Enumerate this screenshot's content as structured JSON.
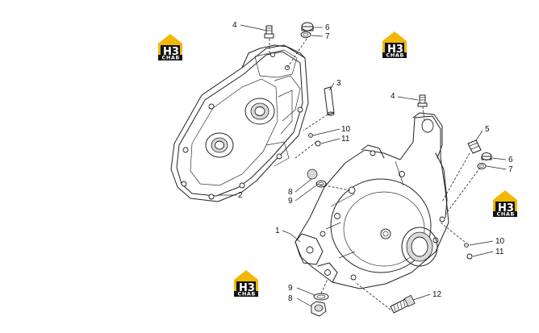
{
  "diagram": {
    "callouts": [
      {
        "id": "c4a",
        "label": "4"
      },
      {
        "id": "c6a",
        "label": "6"
      },
      {
        "id": "c7a",
        "label": "7"
      },
      {
        "id": "c3",
        "label": "3"
      },
      {
        "id": "c10a",
        "label": "10"
      },
      {
        "id": "c11a",
        "label": "11"
      },
      {
        "id": "c2",
        "label": "2"
      },
      {
        "id": "c4b",
        "label": "4"
      },
      {
        "id": "c5",
        "label": "5"
      },
      {
        "id": "c6b",
        "label": "6"
      },
      {
        "id": "c7b",
        "label": "7"
      },
      {
        "id": "c8a",
        "label": "8"
      },
      {
        "id": "c9a",
        "label": "9"
      },
      {
        "id": "c1",
        "label": "1"
      },
      {
        "id": "c10b",
        "label": "10"
      },
      {
        "id": "c11b",
        "label": "11"
      },
      {
        "id": "c9b",
        "label": "9"
      },
      {
        "id": "c8b",
        "label": "8"
      },
      {
        "id": "c12",
        "label": "12"
      }
    ],
    "watermark": {
      "letters": "H3",
      "word": "СНАБ",
      "colors": {
        "roof": "#f2b705",
        "body": "#111111",
        "text": "#ffffff"
      }
    }
  }
}
